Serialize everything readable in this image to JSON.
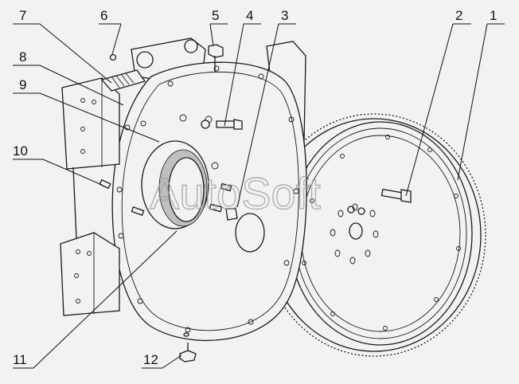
{
  "callouts": [
    {
      "id": "1",
      "label": "1"
    },
    {
      "id": "2",
      "label": "2"
    },
    {
      "id": "3",
      "label": "3"
    },
    {
      "id": "4",
      "label": "4"
    },
    {
      "id": "5",
      "label": "5"
    },
    {
      "id": "6",
      "label": "6"
    },
    {
      "id": "7",
      "label": "7"
    },
    {
      "id": "8",
      "label": "8"
    },
    {
      "id": "9",
      "label": "9"
    },
    {
      "id": "10",
      "label": "10"
    },
    {
      "id": "11",
      "label": "11"
    },
    {
      "id": "12",
      "label": "12"
    }
  ],
  "watermark": "AutoSoft"
}
